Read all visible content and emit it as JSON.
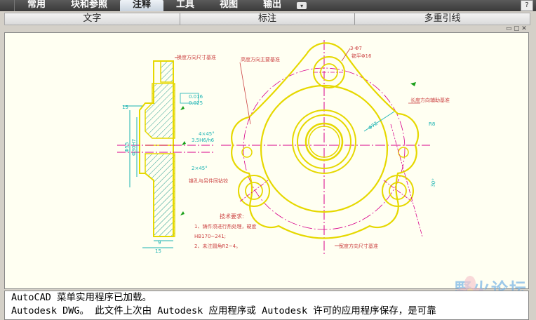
{
  "ribbon": {
    "tabs": [
      "常用",
      "块和参照",
      "注释",
      "工具",
      "视图",
      "输出"
    ],
    "active_tab": "注释"
  },
  "panels": [
    "文字",
    "标注",
    "多重引线"
  ],
  "drawing": {
    "window_buttons": [
      "▭",
      "▢",
      "✕"
    ],
    "annotations": {
      "left_top": "换度方向尺寸基准",
      "mid_top": "高度方向主要基准",
      "right_top_a": "3-Φ7",
      "right_top_b": "锪平Φ16",
      "right_mid": "长度方向辅助基准",
      "r8": "R8",
      "dim_left_15": "15",
      "dim_left_a": "Φ55",
      "dim_left_b": "Φ30H7",
      "ra1": "0.016",
      "ra2": "0.025",
      "dim_center": "3.5H6/h6",
      "dim_4x45": "4×45°",
      "dim_2x45": "2×45°",
      "hole_note": "锥孔与另件同钻铰",
      "dia_72": "Φ72",
      "tech_title": "技术要求:",
      "tech_1": "1、铸件须进行热处理，硬度",
      "tech_1b": "HB170~241;",
      "tech_2": "2、未注圆角R2~4。",
      "bottom_ref": "宽度方向尺寸基准",
      "dim_9": "9",
      "dim_15b": "15",
      "dim_right": "30°"
    }
  },
  "command": {
    "line1": "AutoCAD 菜单实用程序已加载。",
    "line2": "Autodesk DWG。  此文件上次由 Autodesk 应用程序或 Autodesk 许可的应用程序保存，是可靠"
  },
  "watermark": {
    "text": "野火论坛"
  }
}
